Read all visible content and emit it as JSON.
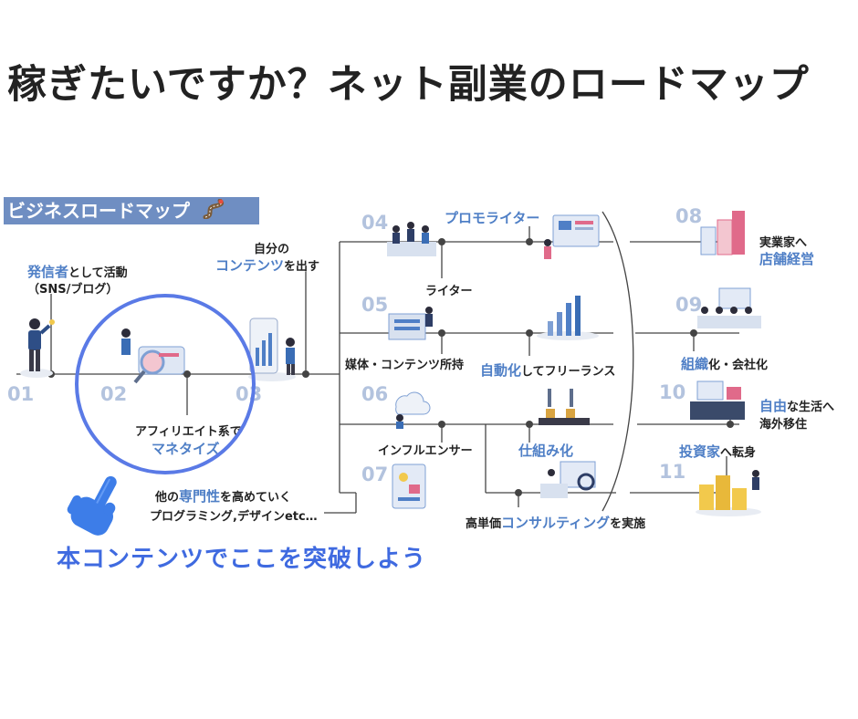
{
  "title": "稼ぎたいですか？ネット副業のロードマップ",
  "banner": "ビジネスロードマップ",
  "steps": {
    "s01": {
      "num": "01",
      "label_blue": "発信者",
      "label_rest": "として活動",
      "label2": "（SNS/ブログ）"
    },
    "s02": {
      "num": "02",
      "label": "アフィリエイト系で",
      "label_blue": "マネタイズ"
    },
    "s03": {
      "num": "03",
      "label_pre": "自分の",
      "label_blue": "コンテンツ",
      "label_rest": "を出す"
    },
    "s04": {
      "num": "04",
      "label": "ライター",
      "branch_blue": "プロモライター"
    },
    "s05": {
      "num": "05",
      "label": "媒体・コンテンツ所持",
      "branch_blue": "自動化",
      "branch_rest": "してフリーランス"
    },
    "s06": {
      "num": "06",
      "label": "インフルエンサー",
      "branch_blue": "仕組み化"
    },
    "s07": {
      "num": "07",
      "label_pre": "他の",
      "label_blue": "専門性",
      "label_rest": "を高めていく",
      "label2": "プログラミング,デザインetc…"
    },
    "consult": {
      "label_pre": "高単価",
      "label_blue": "コンサルティング",
      "label_rest": "を実施"
    },
    "s08": {
      "num": "08",
      "label": "実業家へ",
      "label_blue": "店舗経営"
    },
    "s09": {
      "num": "09",
      "label_blue": "組織",
      "label_rest": "化・会社化"
    },
    "s10": {
      "num": "10",
      "label_blue": "自由",
      "label_rest": "な生活へ",
      "label2": "海外移住"
    },
    "s11": {
      "num": "11",
      "label_blue": "投資家",
      "label_rest": "へ転身"
    }
  },
  "cta": "本コンテンツでここを突破しよう",
  "colors": {
    "accent": "#4f7fc6",
    "banner": "#6f8ec2",
    "step_num": "#b3c3de",
    "highlight": "#5a7ae6",
    "cta": "#3f6ae0"
  }
}
